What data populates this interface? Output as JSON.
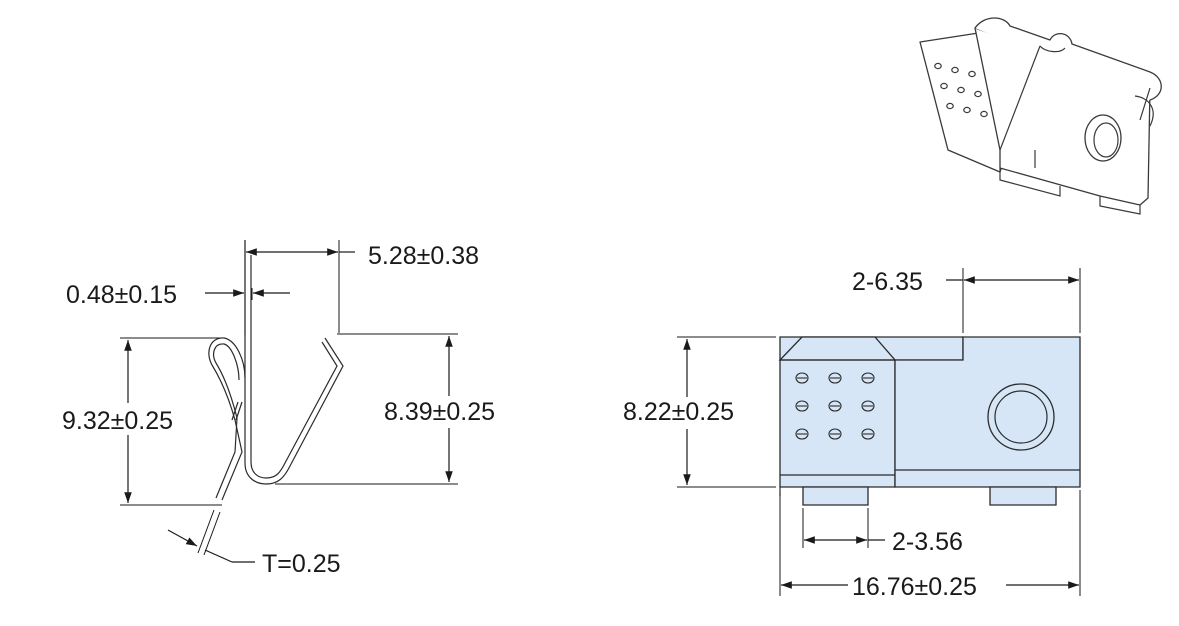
{
  "views": {
    "side": {
      "dim_width": "5.28±0.38",
      "dim_tip": "0.48±0.15",
      "dim_outer_height": "9.32±0.25",
      "dim_inner_height": "8.39±0.25",
      "dim_thickness": "T=0.25"
    },
    "front": {
      "dim_slot": "2-6.35",
      "dim_height": "8.22±0.25",
      "dim_tab": "2-3.56",
      "dim_length": "16.76±0.25"
    }
  },
  "colors": {
    "part_fill": "#d6e6f6",
    "line": "#1a1a1a"
  }
}
